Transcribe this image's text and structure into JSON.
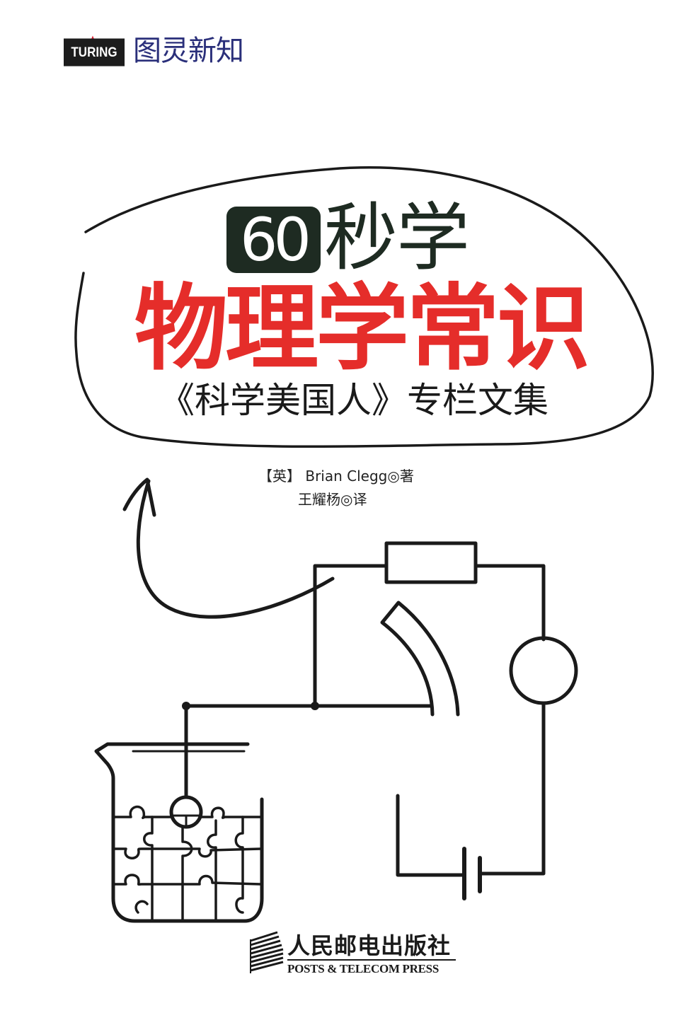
{
  "series": {
    "logo_badge": "TURING",
    "name": "图灵新知"
  },
  "title": {
    "number": "60",
    "prefix_rest": "秒学",
    "main": "物理学常识",
    "subtitle": "《科学美国人》专栏文集"
  },
  "credits": {
    "author": "【英】 Brian Clegg◎著",
    "translator": "王耀杨◎译"
  },
  "publisher": {
    "name_cn": "人民邮电出版社",
    "name_en": "POSTS & TELECOM PRESS"
  },
  "illustration": {
    "elements": [
      "speech-bubble-outline",
      "curved-arrow",
      "circuit-wires",
      "resistor",
      "meter-circle",
      "curved-plates",
      "battery",
      "beaker",
      "puzzle-pieces",
      "electrode-bulb"
    ]
  },
  "colors": {
    "title_red": "#e52d2a",
    "title_dark_green": "#1e2b22",
    "series_blue": "#2a2f7a",
    "ink": "#1a1a1a"
  }
}
